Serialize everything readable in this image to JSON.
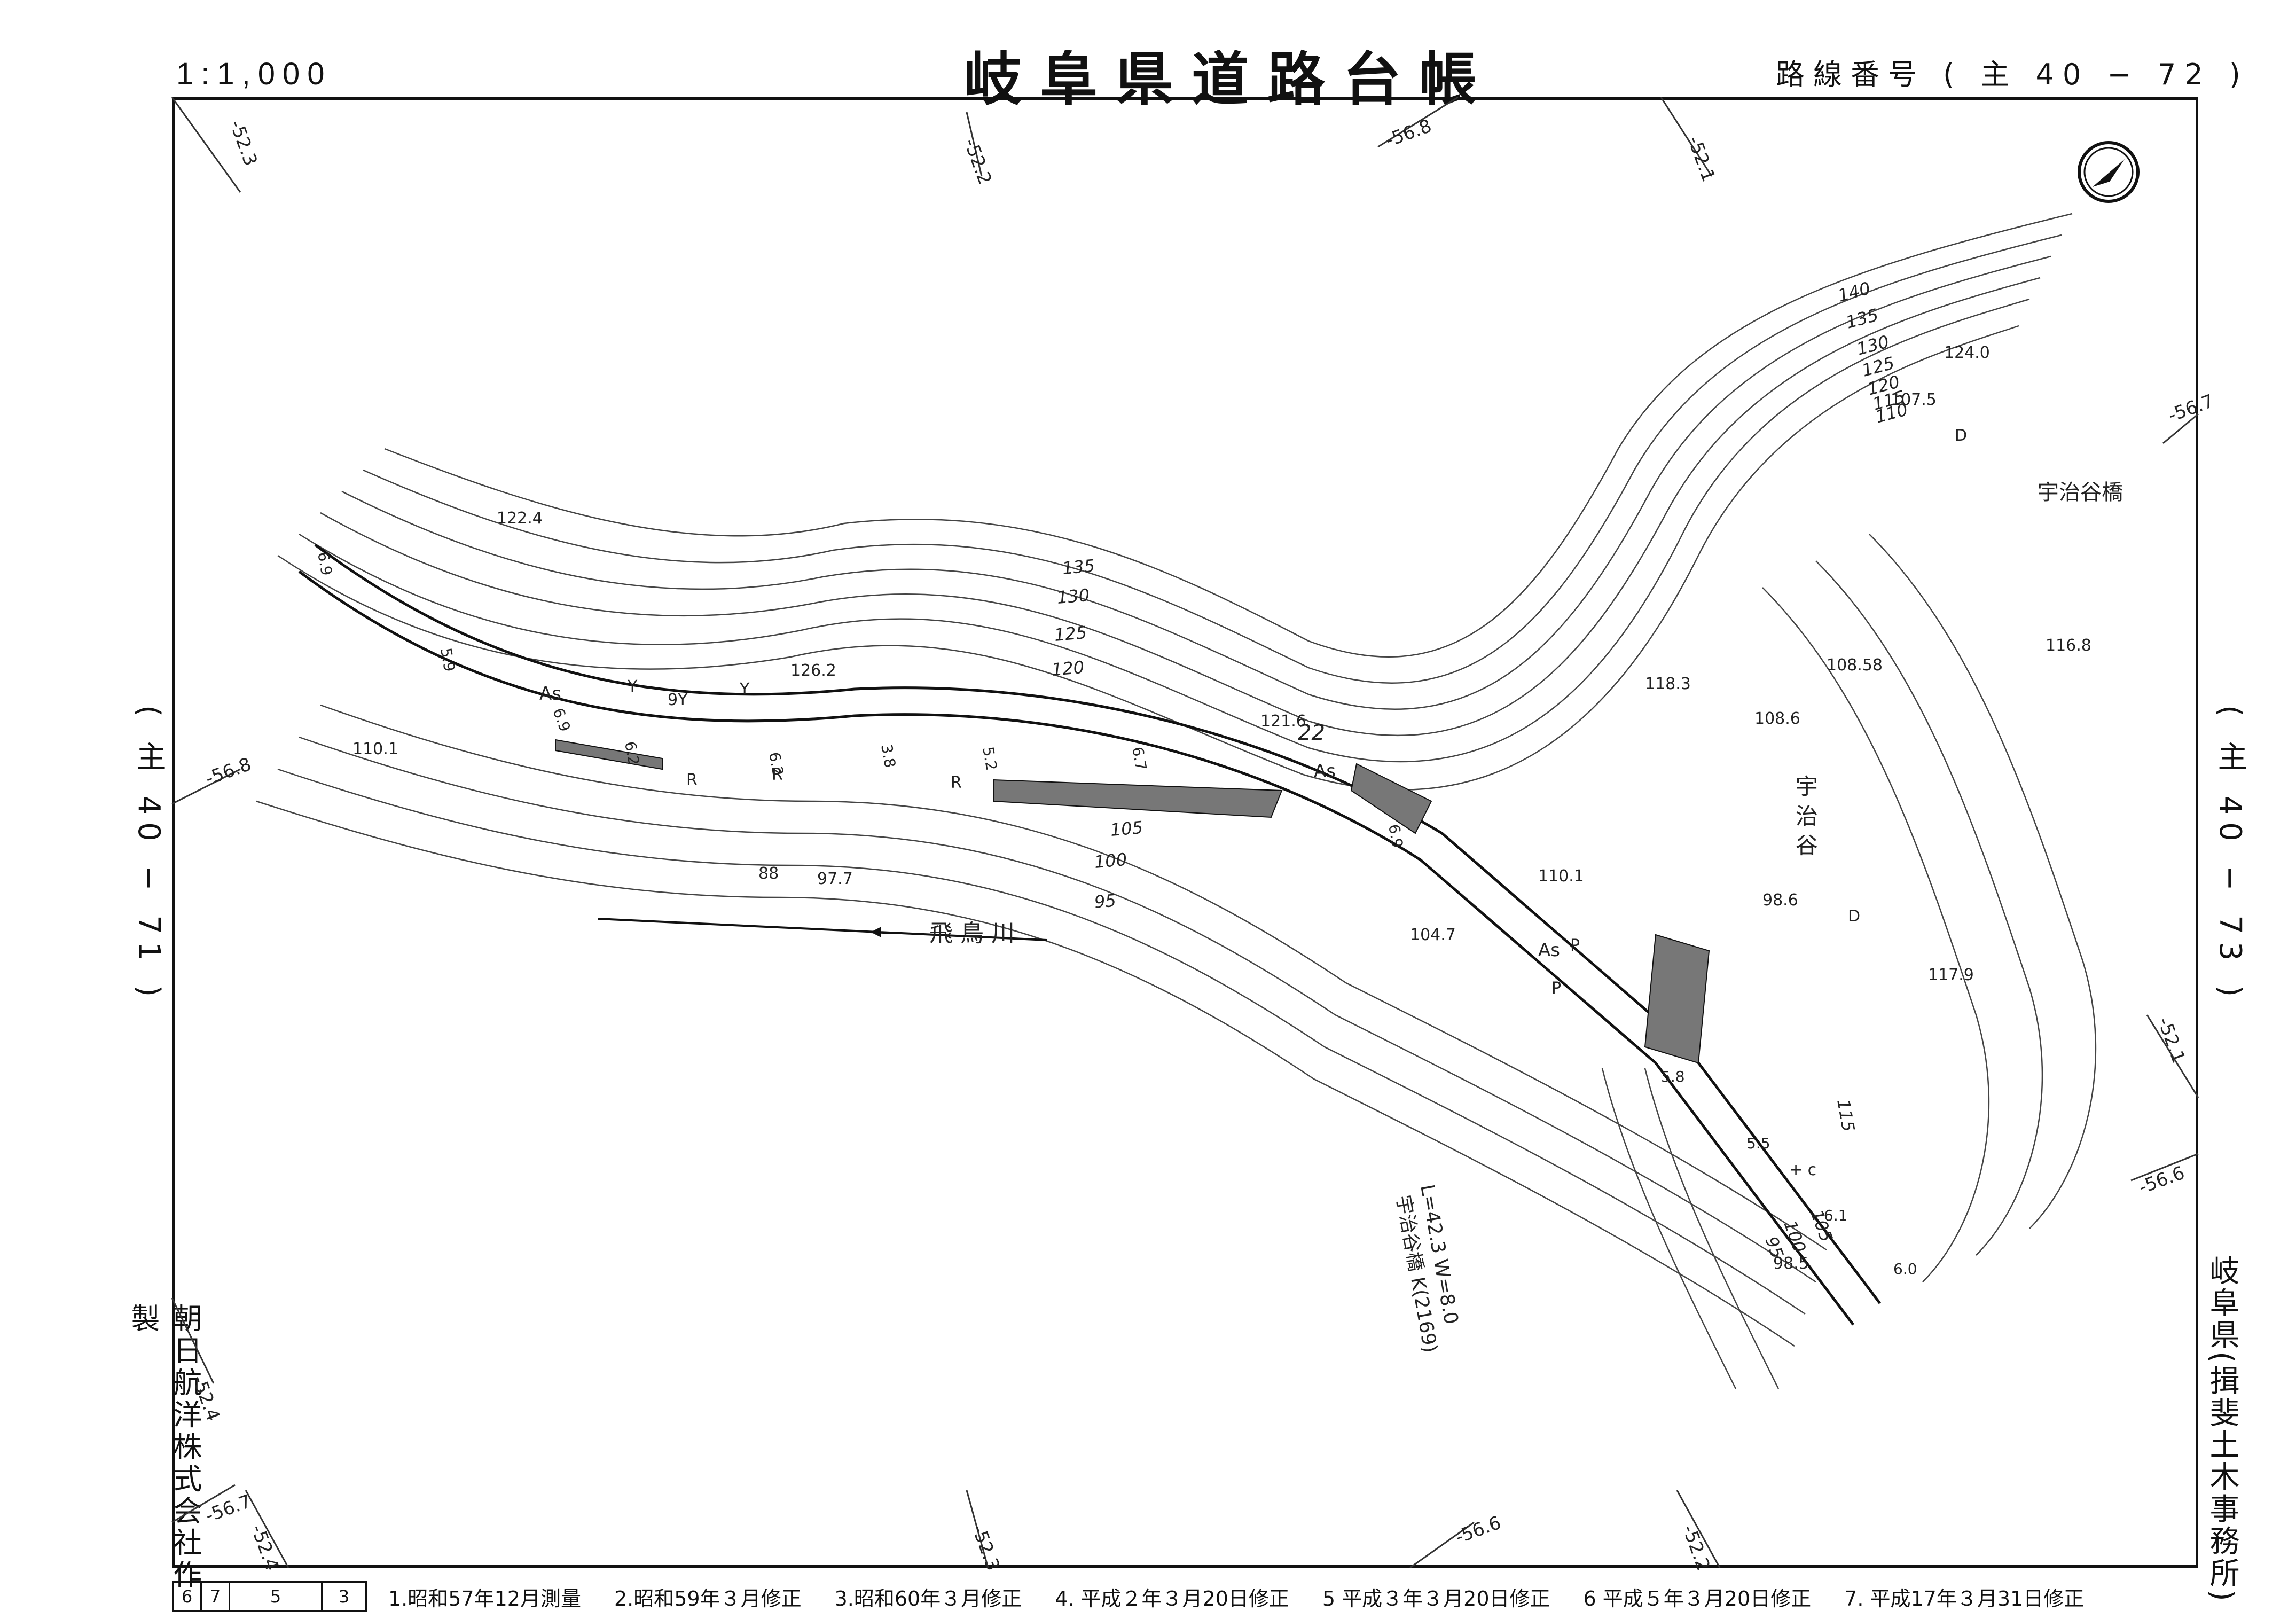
{
  "header": {
    "scale": "1:1,000",
    "title": "岐阜県道路台帳",
    "route_number": "路線番号 ( 主 40 − 72  )"
  },
  "adjacent": {
    "left": "( 主 40 − 71 )",
    "right": "( 主 40 − 73 )"
  },
  "side_notes": {
    "maker": "朝日航洋株式会社作製",
    "office": "岐阜県(揖斐土木事務所)"
  },
  "north_arrow": "north-arrow-icon",
  "map": {
    "grid_labels": [
      "-52.3",
      "-52.2",
      "-56.8",
      "-52.1",
      "-56.7",
      "-56.8",
      "-52.1",
      "-56.6",
      "-52.4",
      "-56.7",
      "-52.4",
      "-52.3",
      "-56.6",
      "-52.2"
    ],
    "contours": [
      "140",
      "135",
      "130",
      "125",
      "120",
      "115",
      "110",
      "135",
      "130",
      "125",
      "120",
      "105",
      "100",
      "95",
      "115",
      "105",
      "100",
      "95"
    ],
    "spot_heights": [
      "122.4",
      "110.1",
      "126.2",
      "121.6",
      "124.0",
      "107.5",
      "118.3",
      "108.6",
      "108.58",
      "116.8",
      "110.1",
      "104.7",
      "98.6",
      "117.9",
      "97.7",
      "88",
      "98.5"
    ],
    "widths": [
      "6.9",
      "5.9",
      "6.9",
      "6.2",
      "6.2",
      "3.8",
      "5.2",
      "6.7",
      "6.9",
      "5.8",
      "5.5",
      "6.1",
      "6.0"
    ],
    "place_labels": {
      "bridge": "宇治谷橋",
      "river": "飛 鳥 川",
      "valley": "宇 治 谷"
    },
    "surface_marks": [
      "As",
      "As",
      "As"
    ],
    "bridge_note": [
      "L=42.3 W=8.0",
      "宇治谷橋 K(2169)"
    ],
    "sta_marker": "22",
    "misc_marks": [
      "9Y",
      "Y",
      "Y",
      "R",
      "R",
      "R",
      "P",
      "P",
      "D",
      "D",
      "+ c"
    ]
  },
  "footer": {
    "sheet_cells": [
      "6",
      "5",
      "3"
    ],
    "sheet_sub": "7",
    "revisions": [
      "1.昭和57年12月測量",
      "2.昭和59年３月修正",
      "3.昭和60年３月修正",
      "4. 平成２年３月20日修正",
      "5  平成３年３月20日修正",
      "6  平成５年３月20日修正",
      "7. 平成17年３月31日修正"
    ]
  }
}
